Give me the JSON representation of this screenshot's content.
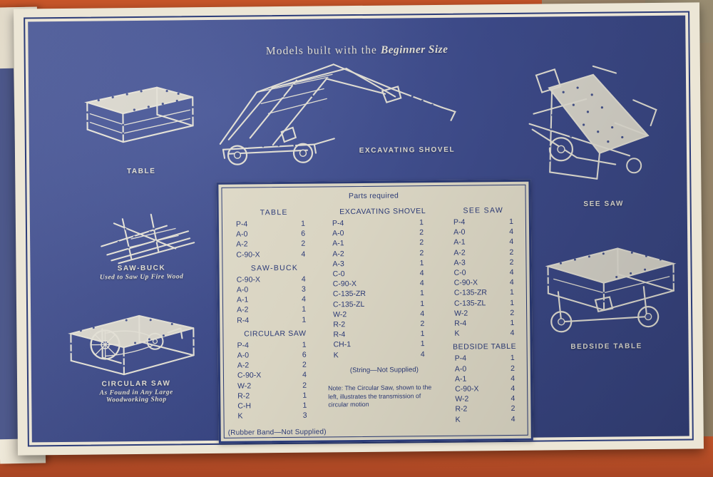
{
  "page": {
    "title_prefix": "Models built with the ",
    "title_emphasis": "Beginner Size"
  },
  "captions": {
    "table": "TABLE",
    "saw_buck": "SAW-BUCK",
    "saw_buck_sub": "Used to Saw Up Fire Wood",
    "circular_saw": "CIRCULAR SAW",
    "circular_saw_sub1": "As Found in Any Large",
    "circular_saw_sub2": "Woodworking Shop",
    "excavating_shovel": "EXCAVATING SHOVEL",
    "see_saw": "SEE SAW",
    "bedside_table": "BEDSIDE TABLE"
  },
  "parts_box": {
    "heading": "Parts required",
    "columns": [
      {
        "groups": [
          {
            "title": "TABLE",
            "rows": [
              {
                "part": "P-4",
                "qty": "1"
              },
              {
                "part": "A-0",
                "qty": "6"
              },
              {
                "part": "A-2",
                "qty": "2"
              },
              {
                "part": "C-90-X",
                "qty": "4"
              }
            ]
          },
          {
            "title": "SAW-BUCK",
            "rows": [
              {
                "part": "C-90-X",
                "qty": "4"
              },
              {
                "part": "A-0",
                "qty": "3"
              },
              {
                "part": "A-1",
                "qty": "4"
              },
              {
                "part": "A-2",
                "qty": "1"
              },
              {
                "part": "R-4",
                "qty": "1"
              }
            ]
          },
          {
            "title": "CIRCULAR SAW",
            "rows": [
              {
                "part": "P-4",
                "qty": "1"
              },
              {
                "part": "A-0",
                "qty": "6"
              },
              {
                "part": "A-2",
                "qty": "2"
              },
              {
                "part": "C-90-X",
                "qty": "4"
              },
              {
                "part": "W-2",
                "qty": "2"
              },
              {
                "part": "R-2",
                "qty": "1"
              },
              {
                "part": "C-H",
                "qty": "1"
              },
              {
                "part": "K",
                "qty": "3"
              }
            ]
          }
        ]
      },
      {
        "groups": [
          {
            "title": "EXCAVATING SHOVEL",
            "rows": [
              {
                "part": "P-4",
                "qty": "1"
              },
              {
                "part": "A-0",
                "qty": "2"
              },
              {
                "part": "A-1",
                "qty": "2"
              },
              {
                "part": "A-2",
                "qty": "2"
              },
              {
                "part": "A-3",
                "qty": "1"
              },
              {
                "part": "C-0",
                "qty": "4"
              },
              {
                "part": "C-90-X",
                "qty": "4"
              },
              {
                "part": "C-135-ZR",
                "qty": "1"
              },
              {
                "part": "C-135-ZL",
                "qty": "1"
              },
              {
                "part": "W-2",
                "qty": "4"
              },
              {
                "part": "R-2",
                "qty": "2"
              },
              {
                "part": "R-4",
                "qty": "1"
              },
              {
                "part": "CH-1",
                "qty": "1"
              },
              {
                "part": "K",
                "qty": "4"
              }
            ]
          }
        ],
        "notes": [
          "(String—Not Supplied)",
          "Note: The Circular Saw, shown to the left, illustrates the transmission of circular motion"
        ]
      },
      {
        "groups": [
          {
            "title": "SEE SAW",
            "rows": [
              {
                "part": "P-4",
                "qty": "1"
              },
              {
                "part": "A-0",
                "qty": "4"
              },
              {
                "part": "A-1",
                "qty": "4"
              },
              {
                "part": "A-2",
                "qty": "2"
              },
              {
                "part": "A-3",
                "qty": "2"
              },
              {
                "part": "C-0",
                "qty": "4"
              },
              {
                "part": "C-90-X",
                "qty": "4"
              },
              {
                "part": "C-135-ZR",
                "qty": "1"
              },
              {
                "part": "C-135-ZL",
                "qty": "1"
              },
              {
                "part": "W-2",
                "qty": "2"
              },
              {
                "part": "R-4",
                "qty": "1"
              },
              {
                "part": "K",
                "qty": "4"
              }
            ]
          },
          {
            "title": "BEDSIDE TABLE",
            "rows": [
              {
                "part": "P-4",
                "qty": "1"
              },
              {
                "part": "A-0",
                "qty": "2"
              },
              {
                "part": "A-1",
                "qty": "4"
              },
              {
                "part": "C-90-X",
                "qty": "4"
              },
              {
                "part": "W-2",
                "qty": "4"
              },
              {
                "part": "R-2",
                "qty": "2"
              },
              {
                "part": "K",
                "qty": "4"
              }
            ]
          }
        ]
      }
    ],
    "footnote": "(Rubber Band—Not Supplied)"
  },
  "colors": {
    "blueprint_blue": "#3f4d8e",
    "paper_cream": "#ece6d6",
    "ink_blue": "#2e3d7c",
    "desk_orange": "#c4552a"
  }
}
